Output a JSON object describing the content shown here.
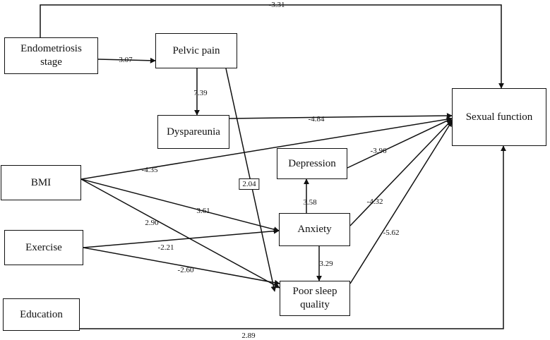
{
  "nodes": {
    "endometriosis": "Endometriosis\nstage",
    "pelvic": "Pelvic pain",
    "dyspareunia": "Dyspareunia",
    "bmi": "BMI",
    "exercise": "Exercise",
    "education": "Education",
    "depression": "Depression",
    "anxiety": "Anxiety",
    "sleep": "Poor sleep\nquality",
    "sexual": "Sexual function"
  },
  "paths": [
    {
      "from": "endometriosis",
      "to": "sexual",
      "coef": "-3.31"
    },
    {
      "from": "endometriosis",
      "to": "pelvic",
      "coef": "3.07"
    },
    {
      "from": "pelvic",
      "to": "dyspareunia",
      "coef": "7.39"
    },
    {
      "from": "pelvic",
      "to": "sleep",
      "coef": "2.04"
    },
    {
      "from": "dyspareunia",
      "to": "sexual",
      "coef": "-4.84"
    },
    {
      "from": "bmi",
      "to": "sexual",
      "coef": "-4.35"
    },
    {
      "from": "bmi",
      "to": "anxiety",
      "coef": "3.61"
    },
    {
      "from": "bmi",
      "to": "sleep",
      "coef": "2.90"
    },
    {
      "from": "exercise",
      "to": "anxiety",
      "coef": "-2.21"
    },
    {
      "from": "exercise",
      "to": "sleep",
      "coef": "-2.60"
    },
    {
      "from": "anxiety",
      "to": "depression",
      "coef": "3.58"
    },
    {
      "from": "anxiety",
      "to": "sleep",
      "coef": "3.29"
    },
    {
      "from": "depression",
      "to": "sexual",
      "coef": "-3.96"
    },
    {
      "from": "anxiety",
      "to": "sexual",
      "coef": "-4.32"
    },
    {
      "from": "sleep",
      "to": "sexual",
      "coef": "-5.62"
    },
    {
      "from": "education",
      "to": "sexual",
      "coef": "2.89"
    }
  ]
}
